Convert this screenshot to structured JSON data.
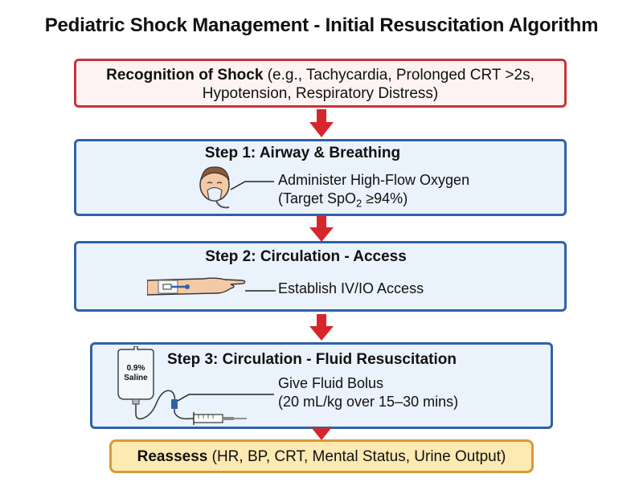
{
  "title": "Pediatric Shock Management - Initial Resuscitation Algorithm",
  "recognition": {
    "lead": "Recognition of Shock",
    "detail_line1": " (e.g., Tachycardia, Prolonged CRT >2s,",
    "detail_line2": "Hypotension, Respiratory Distress)"
  },
  "step1": {
    "title": "Step 1: Airway & Breathing",
    "line1": "Administer High-Flow Oxygen",
    "line2_pre": "(Target SpO",
    "line2_sub": "2",
    "line2_post": " ≥94%)"
  },
  "step2": {
    "title": "Step 2: Circulation - Access",
    "line1": "Establish IV/IO Access"
  },
  "step3": {
    "title": "Step 3: Circulation - Fluid Resuscitation",
    "line1": "Give Fluid Bolus",
    "line2": "(20 mL/kg over 15–30 mins)",
    "bag_label_1": "0.9%",
    "bag_label_2": "Saline"
  },
  "reassess": {
    "lead": "Reassess",
    "detail": " (HR, BP, CRT, Mental Status, Urine Output)"
  },
  "colors": {
    "arrow": "#d7262b",
    "red_border": "#c8343a",
    "blue_border": "#2f62a5",
    "yellow_border": "#d79a3a",
    "yellow_fill": "#fde9b2"
  }
}
